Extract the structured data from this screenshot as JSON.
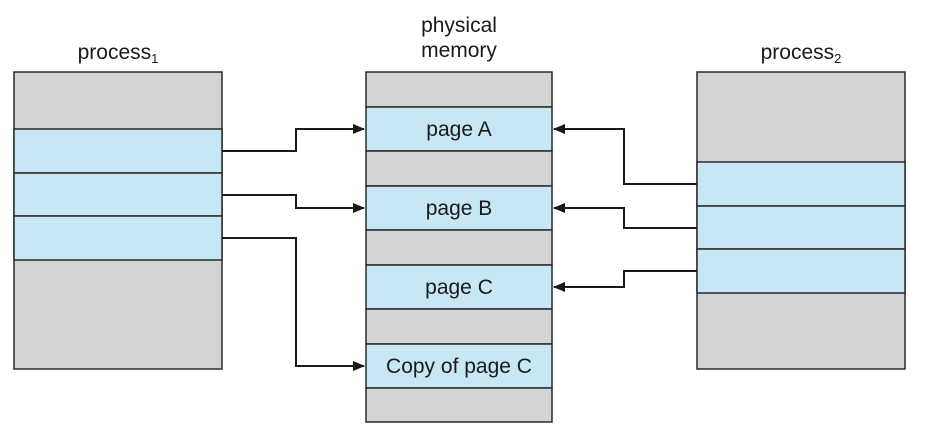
{
  "process1": {
    "title": "process",
    "subscript": "1"
  },
  "memory": {
    "title_line1": "physical",
    "title_line2": "memory"
  },
  "process2": {
    "title": "process",
    "subscript": "2"
  },
  "pages": {
    "a": "page A",
    "b": "page B",
    "c": "page C",
    "copy_c": "Copy of page C"
  },
  "colors": {
    "empty_frame": "#d3d4d6",
    "page_frame": "#c6e7f3",
    "outline": "#2a2a2a",
    "arrow": "#1a1a1a"
  }
}
